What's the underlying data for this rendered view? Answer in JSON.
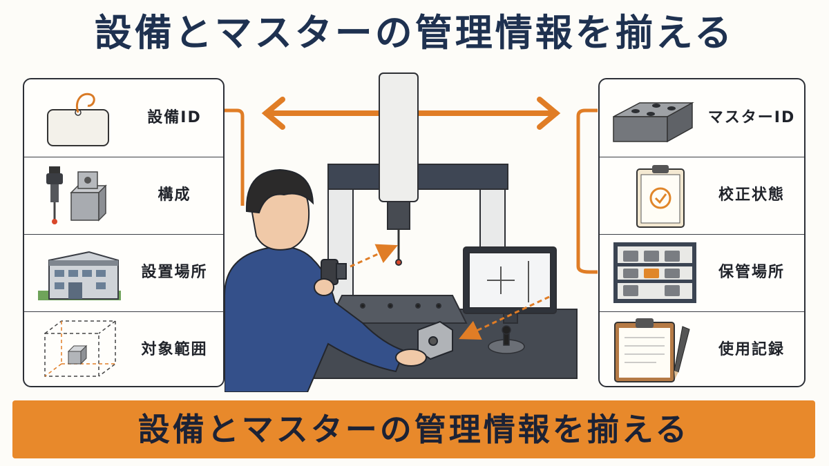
{
  "title": "設備とマスターの管理情報を揃える",
  "bottom_title": "設備とマスターの管理情報を揃える",
  "left_panel": {
    "items": [
      {
        "label": "設備ID",
        "icon": "tag-icon"
      },
      {
        "label": "構成",
        "icon": "probe-and-block-icon"
      },
      {
        "label": "設置場所",
        "icon": "building-icon"
      },
      {
        "label": "対象範囲",
        "icon": "scope-cube-icon"
      }
    ]
  },
  "right_panel": {
    "items": [
      {
        "label": "マスターID",
        "icon": "master-block-icon"
      },
      {
        "label": "校正状態",
        "icon": "clipboard-check-icon"
      },
      {
        "label": "保管場所",
        "icon": "storage-shelf-icon"
      },
      {
        "label": "使用記録",
        "icon": "clipboard-pen-icon"
      }
    ]
  },
  "colors": {
    "accent": "#e8892b",
    "title": "#1e3150",
    "border": "#2c2f36"
  }
}
